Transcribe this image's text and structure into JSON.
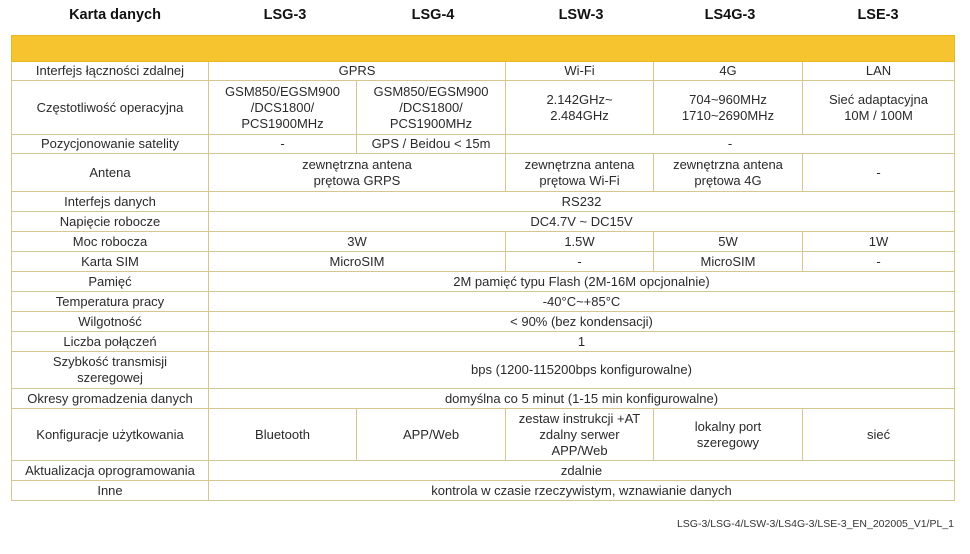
{
  "header": {
    "col0": "Karta danych",
    "col1": "LSG-3",
    "col2": "LSG-4",
    "col3": "LSW-3",
    "col4": "LS4G-3",
    "col5": "LSE-3"
  },
  "accent_color": "#f6c42e",
  "rows": {
    "interface": {
      "label": "Interfejs łączności zdalnej",
      "lsg": "GPRS",
      "lsw": "Wi-Fi",
      "ls4g": "4G",
      "lse": "LAN"
    },
    "freq": {
      "label": "Częstotliwość operacyjna",
      "lsg3": "GSM850/EGSM900\n/DCS1800/\nPCS1900MHz",
      "lsg4": "GSM850/EGSM900\n/DCS1800/\nPCS1900MHz",
      "lsw": "2.142GHz~\n2.484GHz",
      "ls4g": "704~960MHz\n1710~2690MHz",
      "lse": "Sieć adaptacyjna\n10M / 100M"
    },
    "gps": {
      "label": "Pozycjonowanie satelity",
      "lsg3": "-",
      "lsg4": "GPS / Beidou < 15m",
      "rest": "-"
    },
    "antenna": {
      "label": "Antena",
      "lsg": "zewnętrzna antena\nprętowa GRPS",
      "lsw": "zewnętrzna antena\nprętowa Wi-Fi",
      "ls4g": "zewnętrzna antena\nprętowa 4G",
      "lse": "-"
    },
    "data_if": {
      "label": "Interfejs danych",
      "value": "RS232"
    },
    "voltage": {
      "label": "Napięcie robocze",
      "value": "DC4.7V ~ DC15V"
    },
    "power": {
      "label": "Moc robocza",
      "lsg": "3W",
      "lsw": "1.5W",
      "ls4g": "5W",
      "lse": "1W"
    },
    "sim": {
      "label": "Karta SIM",
      "lsg": "MicroSIM",
      "lsw": "-",
      "ls4g": "MicroSIM",
      "lse": "-"
    },
    "memory": {
      "label": "Pamięć",
      "value": "2M pamięć typu Flash (2M-16M opcjonalnie)"
    },
    "temp": {
      "label": "Temperatura pracy",
      "value": "-40°C~+85°C"
    },
    "humidity": {
      "label": "Wilgotność",
      "value": "< 90% (bez kondensacji)"
    },
    "connections": {
      "label": "Liczba połączeń",
      "value": "1"
    },
    "baud": {
      "label": "Szybkość transmisji\nszeregowej",
      "value": "bps (1200-115200bps konfigurowalne)"
    },
    "period": {
      "label": "Okresy gromadzenia danych",
      "value": "domyślna co 5 minut (1-15 min konfigurowalne)"
    },
    "config": {
      "label": "Konfiguracje użytkowania",
      "lsg3": "Bluetooth",
      "lsg4": "APP/Web",
      "lsw": "zestaw instrukcji +AT\nzdalny serwer\nAPP/Web",
      "ls4g": "lokalny port\nszeregowy",
      "lse": "sieć"
    },
    "update": {
      "label": "Aktualizacja oprogramowania",
      "value": "zdalnie"
    },
    "other": {
      "label": "Inne",
      "value": "kontrola w czasie rzeczywistym, wznawianie danych"
    }
  },
  "footer": "LSG-3/LSG-4/LSW-3/LS4G-3/LSE-3_EN_202005_V1/PL_1"
}
